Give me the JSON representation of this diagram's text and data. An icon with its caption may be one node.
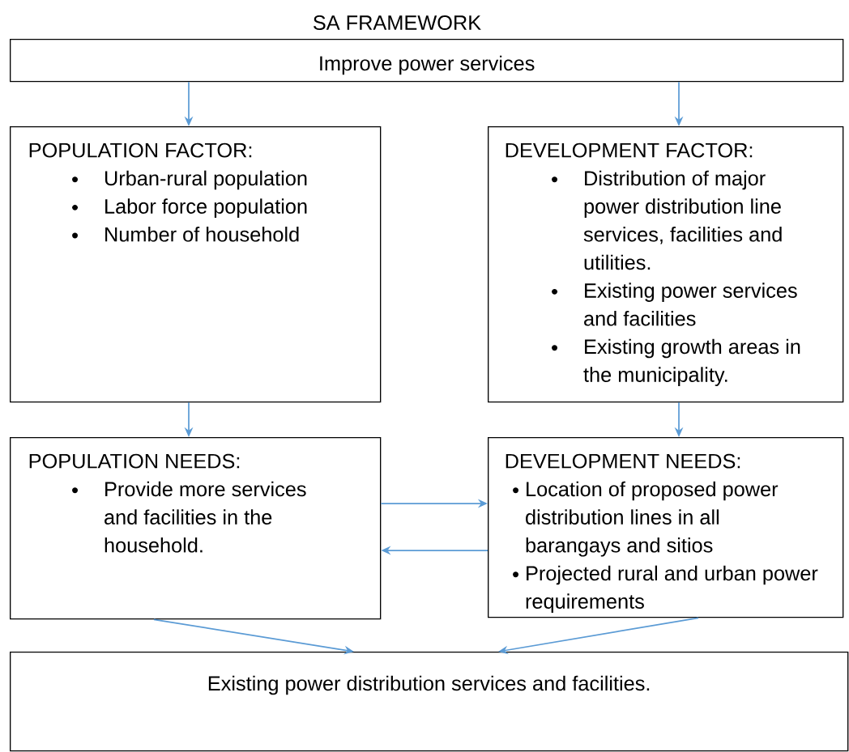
{
  "diagram": {
    "title": "SA FRAMEWORK",
    "nodes": [
      {
        "text": [
          "Improve power services"
        ]
      },
      {
        "text": [
          "POPULATION FACTOR:",
          "Urban-rural population",
          "Labor force population",
          "Number of household"
        ]
      },
      {
        "text": [
          "DEVELOPMENT FACTOR:",
          "Distribution of major power distribution line services, facilities and utilities.",
          "Existing power services and facilities",
          "Existing growth areas in the municipality."
        ]
      },
      {
        "text": [
          "POPULATION NEEDS:",
          "Provide more services and facilities in the household."
        ]
      },
      {
        "text": [
          "DEVELOPMENT NEEDS:",
          "Location of proposed power distribution lines in all barangays and sitios",
          "Projected rural and urban power requirements"
        ]
      },
      {
        "text": [
          "Existing power distribution services and facilities."
        ]
      }
    ],
    "edges": [
      {
        "from": 0,
        "to": 1,
        "arrow": "to"
      },
      {
        "from": 0,
        "to": 2,
        "arrow": "to"
      },
      {
        "from": 1,
        "to": 3,
        "arrow": "to"
      },
      {
        "from": 2,
        "to": 4,
        "arrow": "to"
      },
      {
        "from": 3,
        "to": 4,
        "arrow": "to"
      },
      {
        "from": 4,
        "to": 3,
        "arrow": "to"
      },
      {
        "from": 3,
        "to": 5,
        "arrow": "to"
      },
      {
        "from": 4,
        "to": 5,
        "arrow": "to"
      }
    ]
  }
}
